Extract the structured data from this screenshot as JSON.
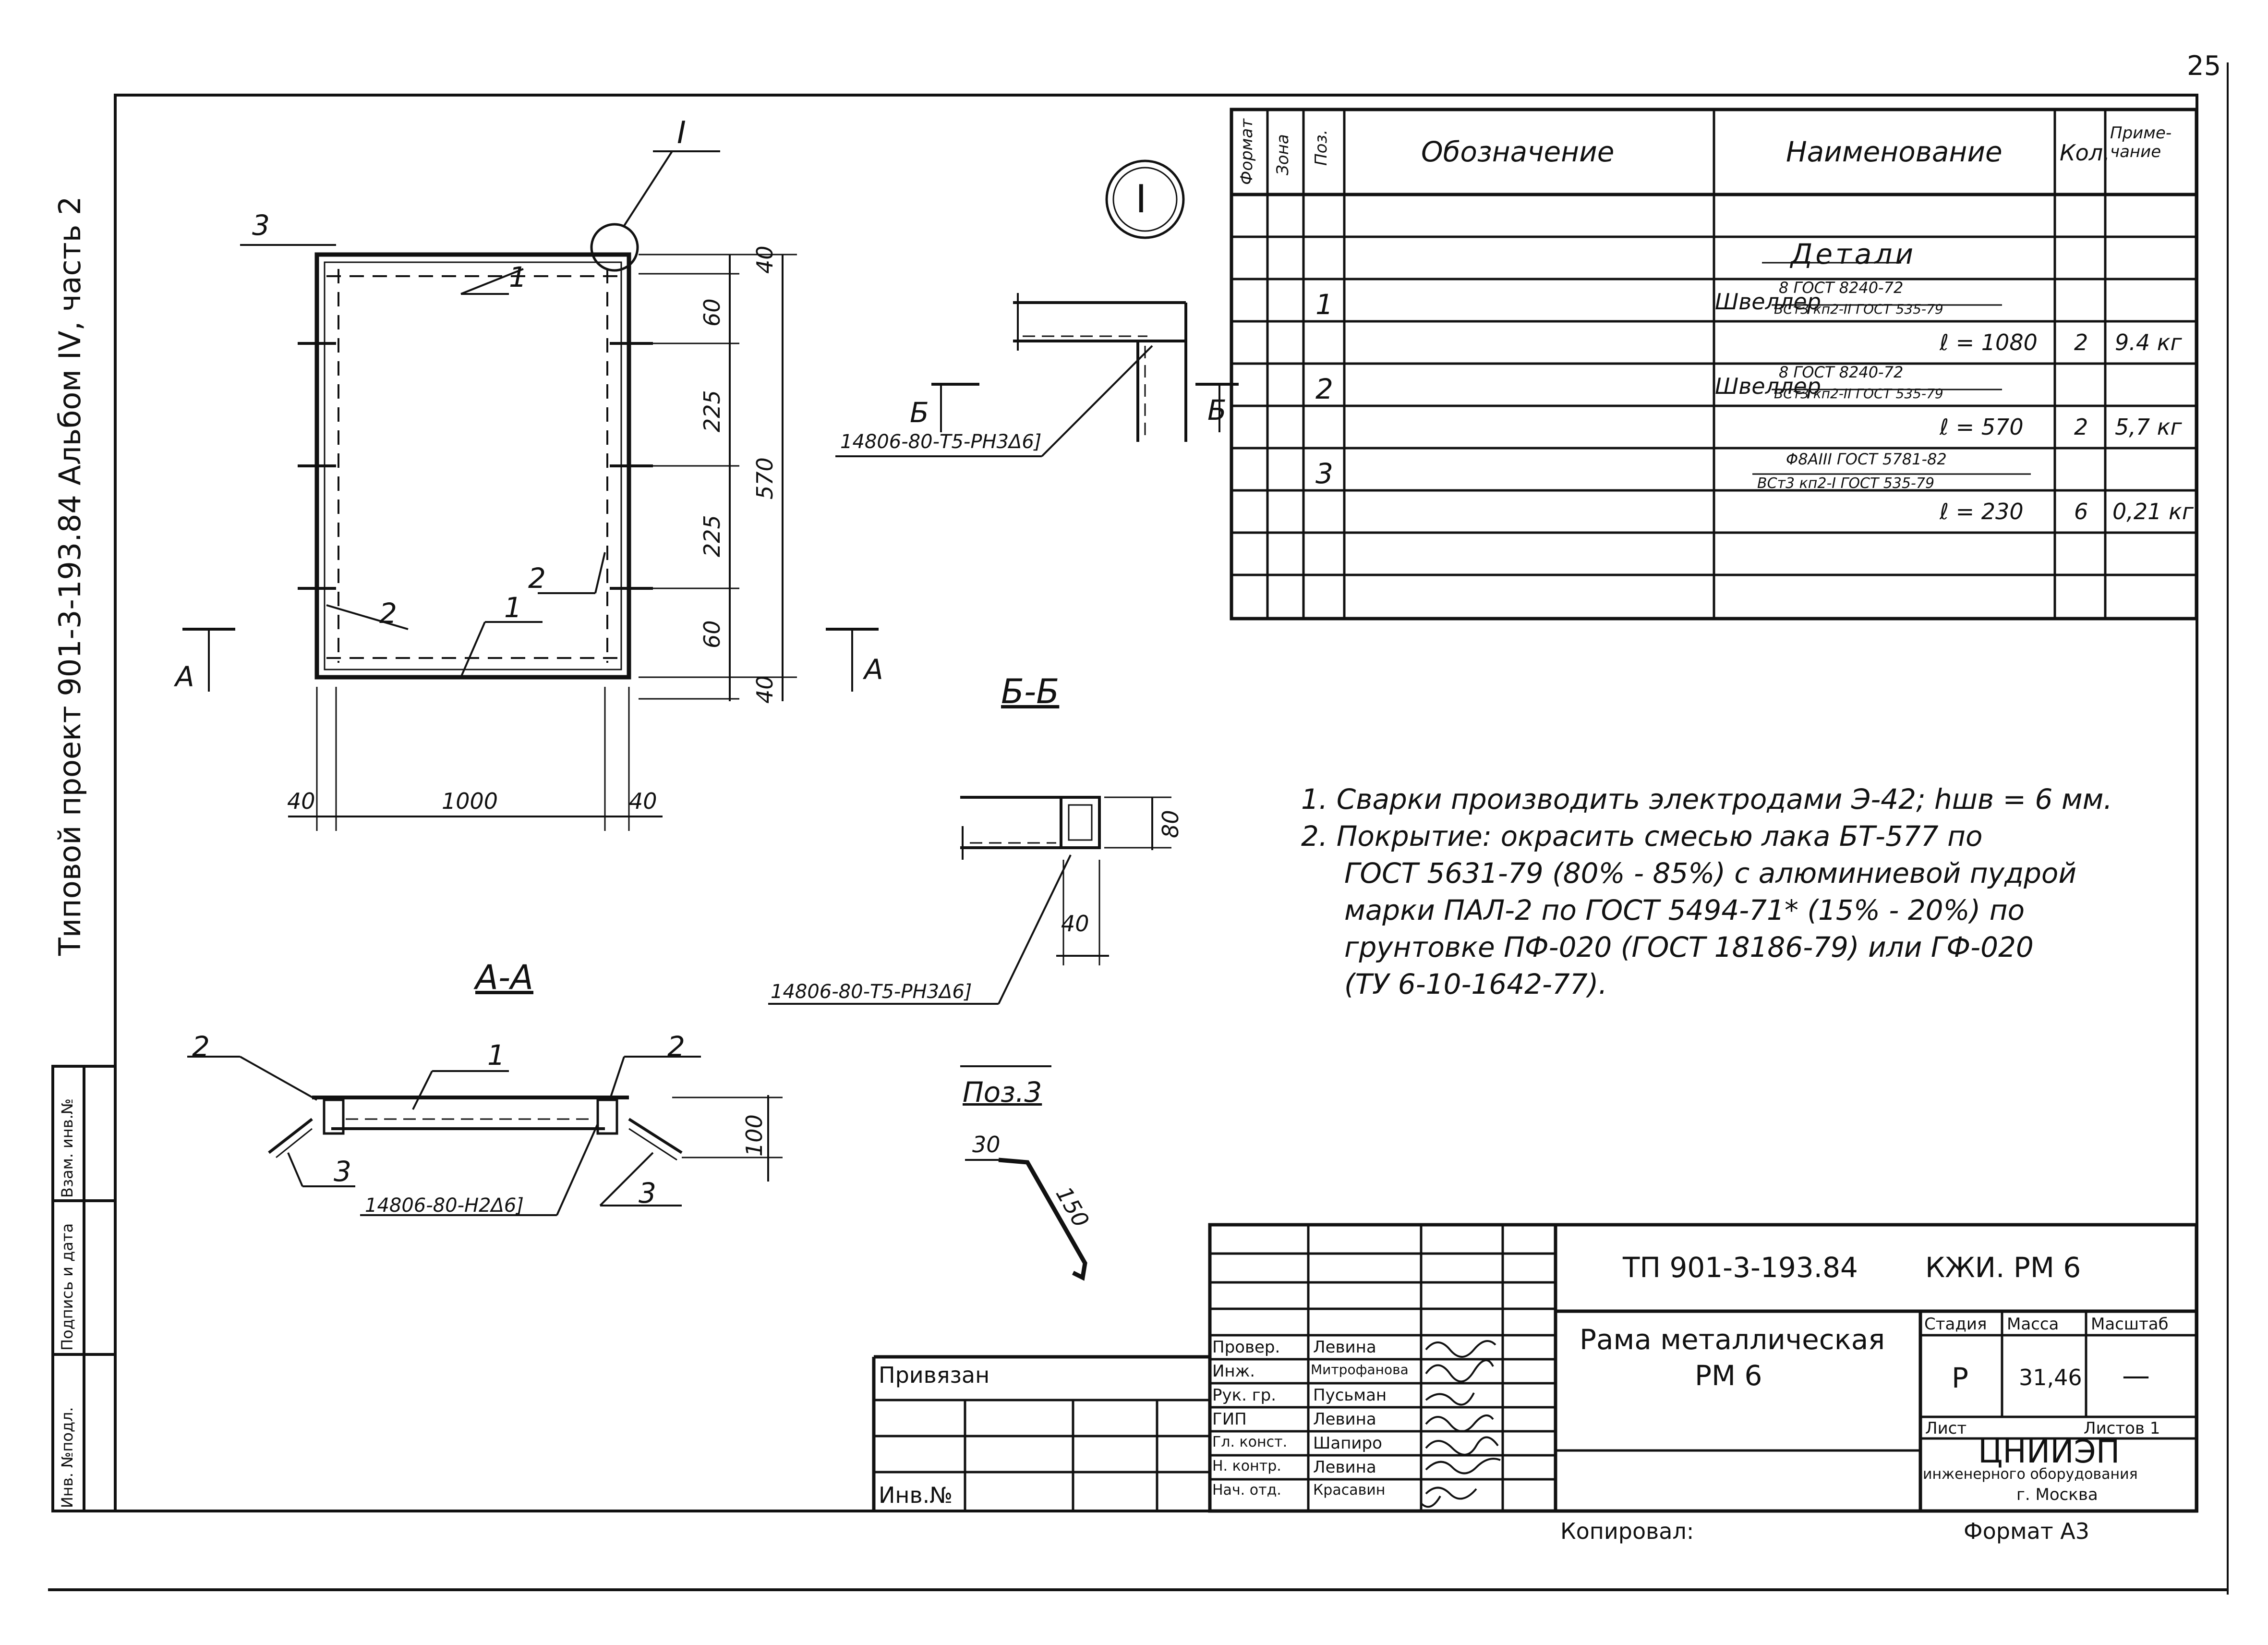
{
  "page_number": "25",
  "side_title": "Типовой проект 901-3-193.84 Альбом IV, часть 2",
  "side_stamp": [
    "Инв. №подл.",
    "Подпись и дата",
    "Взам. инв.№"
  ],
  "frame_view": {
    "callout_I": "I",
    "dims_vertical": [
      "40",
      "60",
      "225",
      "225",
      "60",
      "40"
    ],
    "dim_total": "570",
    "dims_horizontal": [
      "40",
      "1000",
      "40"
    ],
    "labels": [
      "3",
      "1",
      "2",
      "2",
      "1"
    ],
    "section_A": "А"
  },
  "detail_I": {
    "circle": "I",
    "weld": "14806-80-Т5-РН3Δ6]",
    "section_B": "Б"
  },
  "section_BB": {
    "title": "Б-Б",
    "dim_80": "80",
    "dim_40": "40",
    "weld": "14806-80-Т5-РН3Δ6]"
  },
  "section_AA": {
    "title": "А-А",
    "labels": [
      "2",
      "1",
      "2",
      "3",
      "3"
    ],
    "dim_100": "100",
    "weld": "14806-80-Н2Δ6]"
  },
  "pos3": {
    "title": "Поз.3",
    "dim_30": "30",
    "dim_150": "150"
  },
  "spec_table": {
    "headers": [
      "Формат",
      "Зона",
      "Поз.",
      "Обозначение",
      "Наименование",
      "Кол.",
      "Приме-чание"
    ],
    "section_title": "Детали",
    "items": [
      {
        "pos": "1",
        "name": "Швеллер",
        "frac_top": "8 ГОСТ 8240-72",
        "frac_bottom": "ВСт3 кп2-II ГОСТ 535-79",
        "len": "ℓ = 1080",
        "qty": "2",
        "note": "9.4 кг"
      },
      {
        "pos": "2",
        "name": "Швеллер",
        "frac_top": "8 ГОСТ 8240-72",
        "frac_bottom": "ВСт3 кп2-II ГОСТ 535-79",
        "len": "ℓ = 570",
        "qty": "2",
        "note": "5,7 кг"
      },
      {
        "pos": "3",
        "name": "",
        "frac_top": "Φ8АIII ГОСТ 5781-82",
        "frac_bottom": "ВСт3 кп2-I ГОСТ 535-79",
        "len": "ℓ = 230",
        "qty": "6",
        "note": "0,21 кг"
      }
    ]
  },
  "notes": [
    "1. Сварки производить электродами Э-42; hшв = 6 мм.",
    "2. Покрытие: окрасить смесью лака БТ-577 по",
    "ГОСТ 5631-79 (80% - 85%) с алюминиевой пудрой",
    "марки ПАЛ-2 по ГОСТ 5494-71* (15% - 20%) по",
    "грунтовке ПФ-020 (ГОСТ 18186-79) или ГФ-020",
    "(ТУ 6-10-1642-77)."
  ],
  "title_block": {
    "code": "ТП 901-3-193.84",
    "mark": "КЖИ. РМ 6",
    "name_line1": "Рама металлическая",
    "name_line2": "РМ 6",
    "stage_header": "Стадия",
    "mass_header": "Масса",
    "scale_header": "Масштаб",
    "stage": "Р",
    "mass": "31,46",
    "scale": "—",
    "sheet_label": "Лист",
    "sheets_label": "Листов 1",
    "org_line1": "ЦНИИЭП",
    "org_line2": "инженерного оборудования",
    "org_line3": "г. Москва",
    "signatures": [
      {
        "role": "Провер.",
        "name": "Левина"
      },
      {
        "role": "Инж.",
        "name": "Митрофанова"
      },
      {
        "role": "Рук. гр.",
        "name": "Пусьман"
      },
      {
        "role": "ГИП",
        "name": "Левина"
      },
      {
        "role": "Гл. конст.",
        "name": "Шапиро"
      },
      {
        "role": "Н. контр.",
        "name": "Левина"
      },
      {
        "role": "Нач. отд.",
        "name": "Красавин"
      }
    ],
    "linked": "Привязан",
    "inv": "Инв.№"
  },
  "footer": {
    "copied": "Копировал:",
    "format": "Формат А3"
  }
}
